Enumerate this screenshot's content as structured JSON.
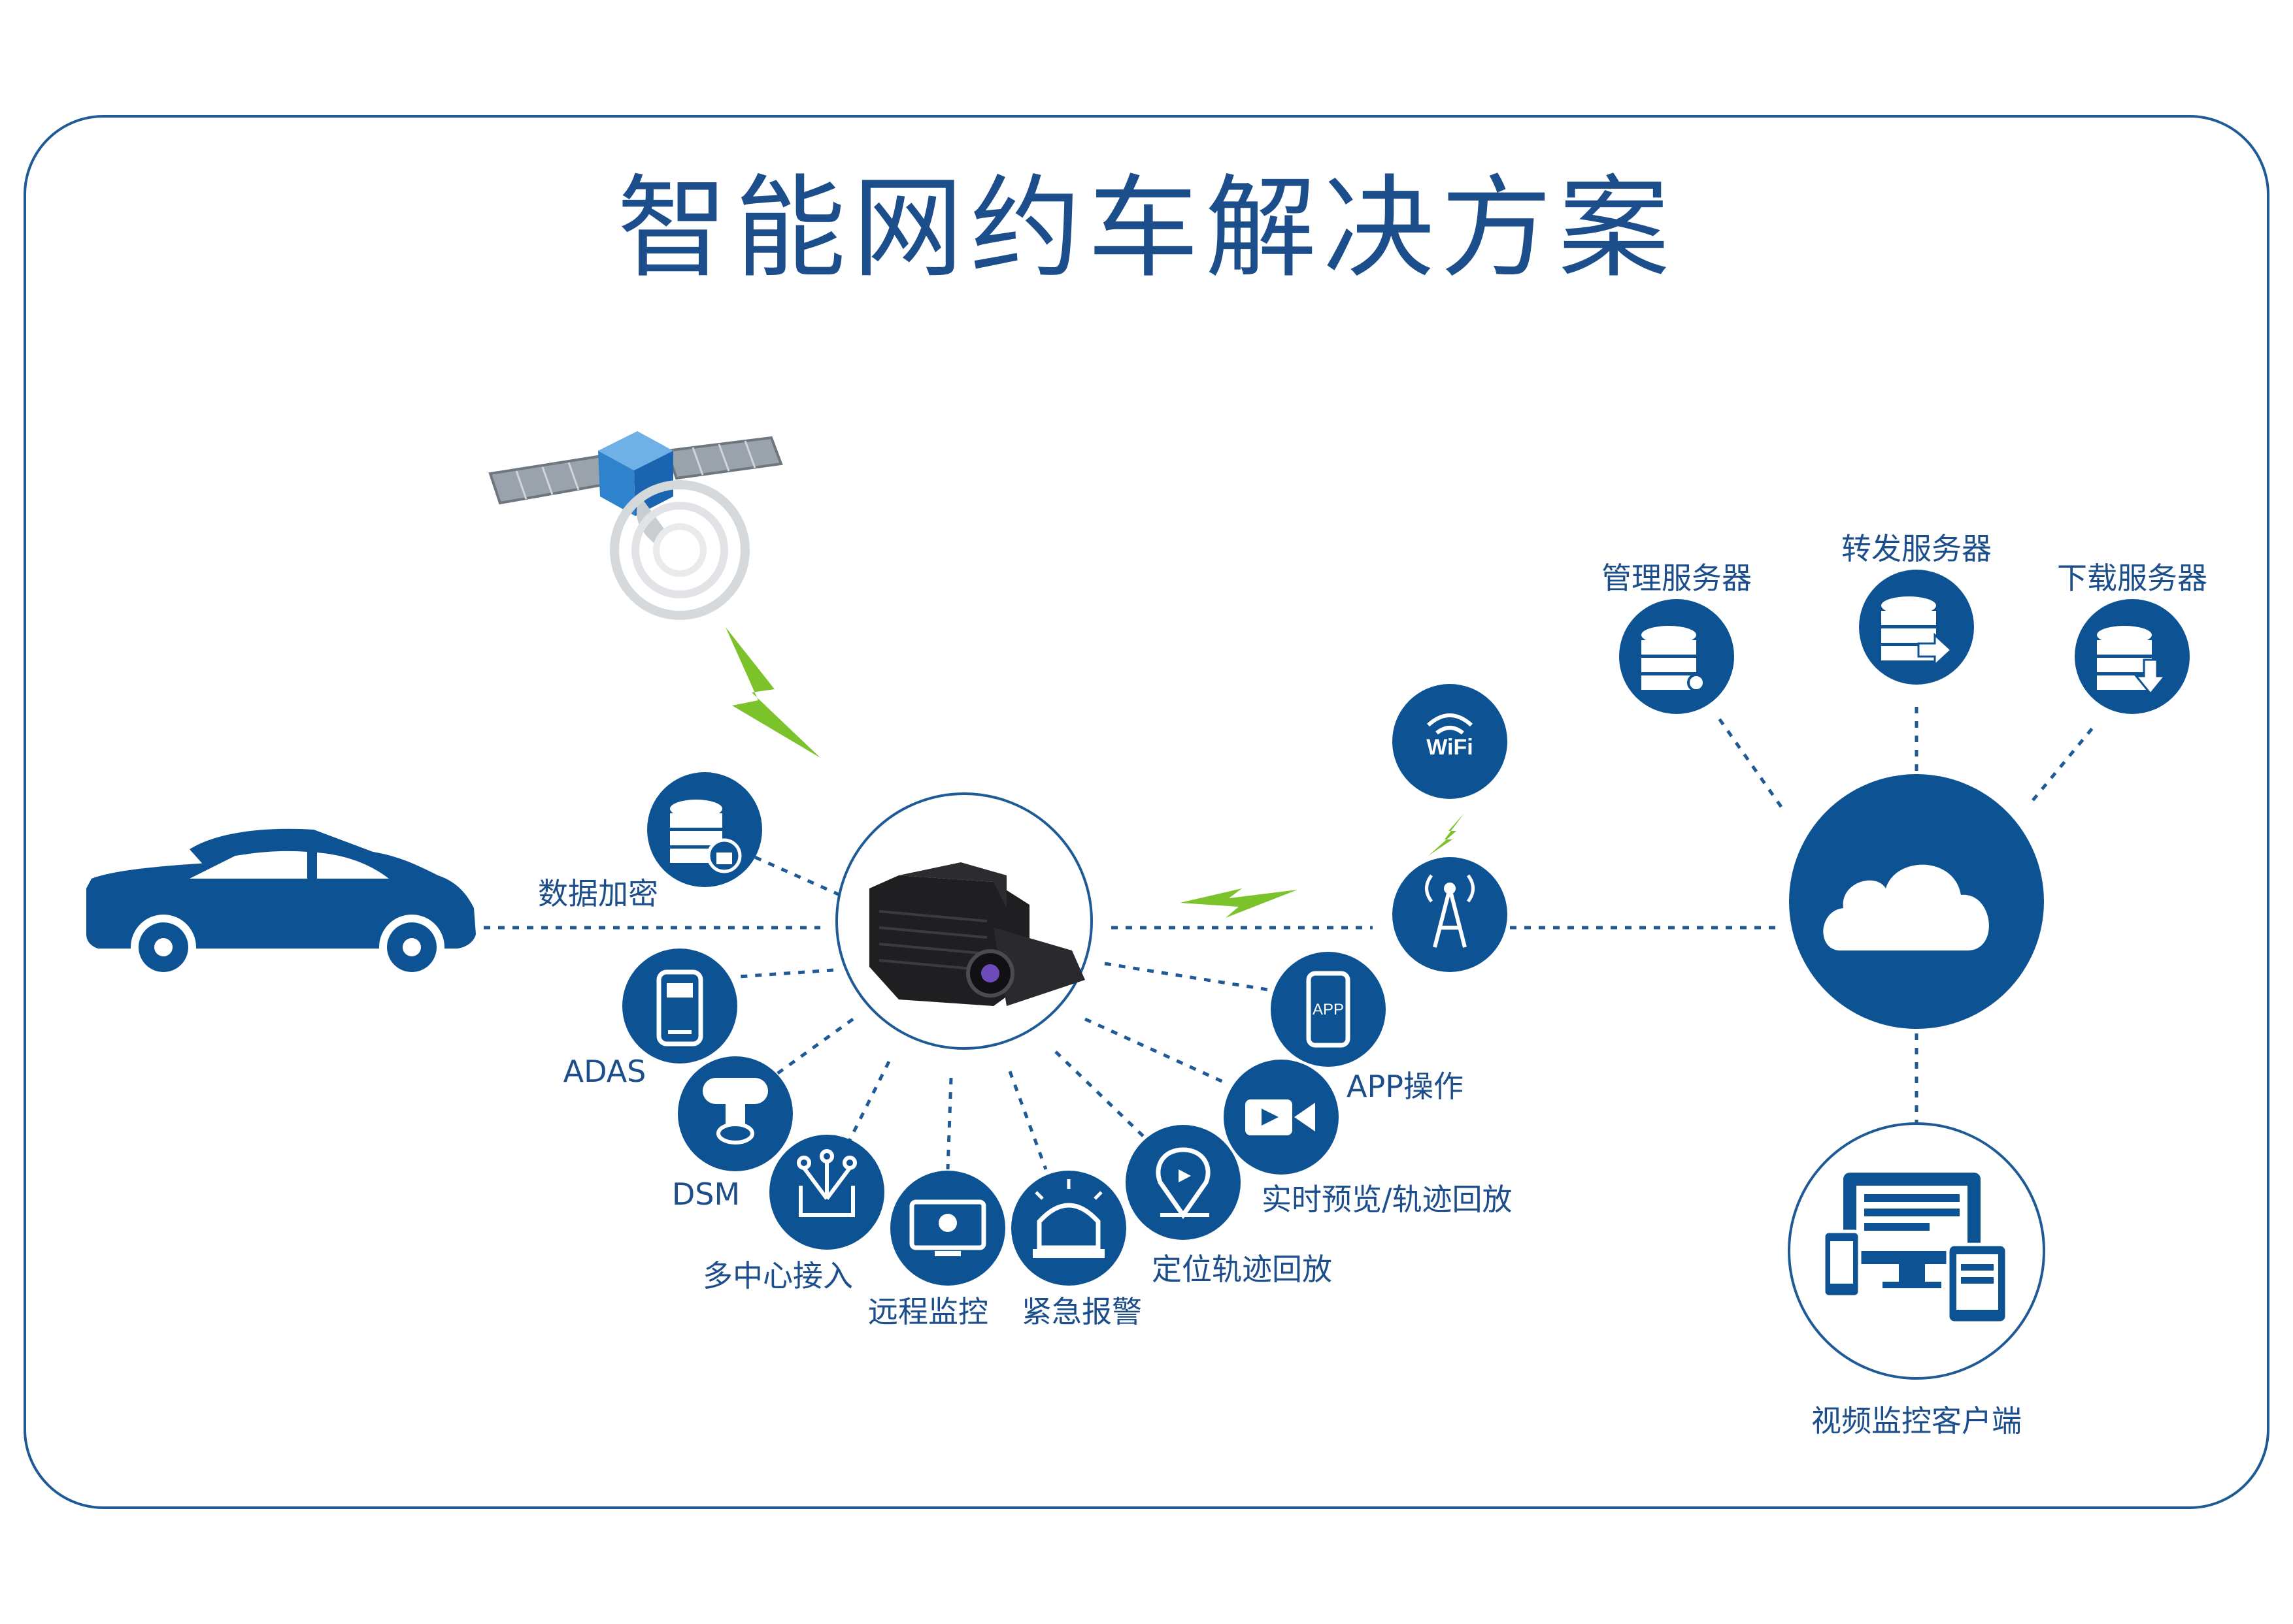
{
  "title": "智能网约车解决方案",
  "colors": {
    "primary": "#0d5394",
    "accent_green": "#7cc22a",
    "border": "#1d5a96",
    "text": "#1d4e8c"
  },
  "servers": {
    "management": "管理服务器",
    "forwarding": "转发服务器",
    "download": "下载服务器"
  },
  "features": {
    "encryption": "数据加密",
    "adas": "ADAS",
    "dsm": "DSM",
    "multi_center": "多中心接入",
    "remote_monitor": "远程监控",
    "emergency_alarm": "紧急报警",
    "positioning_playback": "定位轨迹回放",
    "live_preview": "实时预览/轨迹回放",
    "app_operation": "APP操作"
  },
  "client": "视频监控客户端",
  "icons": {
    "wifi_text": "WiFi",
    "app_text": "APP"
  }
}
